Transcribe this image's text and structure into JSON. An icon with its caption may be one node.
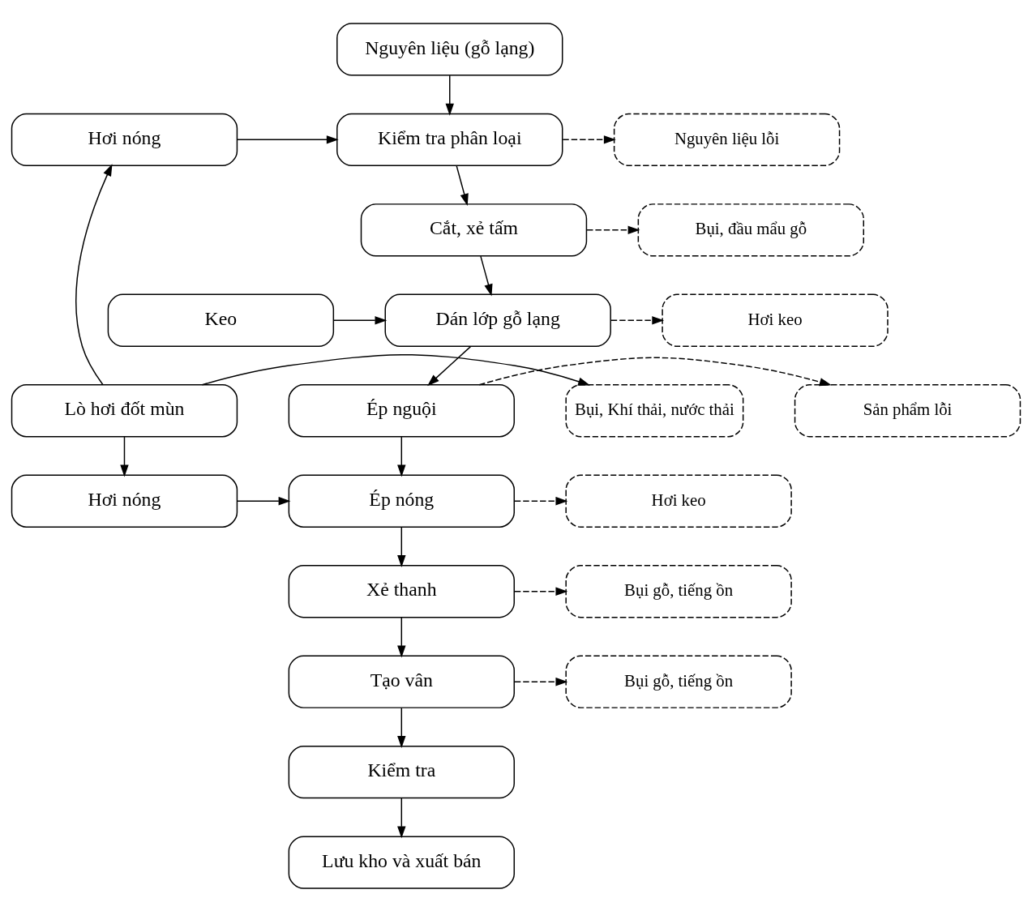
{
  "diagram": {
    "nodes": [
      {
        "text": [
          "Nguyên liệu (gỗ lạng)"
        ]
      },
      {
        "text": [
          "Hơi nóng"
        ]
      },
      {
        "text": [
          "Kiểm tra phân loại"
        ]
      },
      {
        "text": [
          "Nguyên liệu lỗi"
        ]
      },
      {
        "text": [
          "Cắt, xẻ tấm"
        ]
      },
      {
        "text": [
          "Bụi, đầu mẩu gỗ"
        ]
      },
      {
        "text": [
          "Keo"
        ]
      },
      {
        "text": [
          "Dán lớp gỗ lạng"
        ]
      },
      {
        "text": [
          "Hơi keo"
        ]
      },
      {
        "text": [
          "Bụi, Khí thải, nước thải"
        ]
      },
      {
        "text": [
          "Lò hơi đốt mùn"
        ]
      },
      {
        "text": [
          "Ép nguội"
        ]
      },
      {
        "text": [
          "Sản phẩm lỗi"
        ]
      },
      {
        "text": [
          "Hơi nóng"
        ]
      },
      {
        "text": [
          "Ép nóng"
        ]
      },
      {
        "text": [
          "Hơi keo"
        ]
      },
      {
        "text": [
          "Xẻ thanh"
        ]
      },
      {
        "text": [
          "Bụi gỗ, tiếng ồn"
        ]
      },
      {
        "text": [
          "Tạo vân"
        ]
      },
      {
        "text": [
          "Bụi gỗ, tiếng ồn"
        ]
      },
      {
        "text": [
          "Kiểm tra"
        ]
      },
      {
        "text": [
          "Lưu kho và xuất bán"
        ]
      }
    ],
    "edges": [
      {
        "from": 0,
        "to": 2,
        "arrow": "to"
      },
      {
        "from": 1,
        "to": 2,
        "arrow": "to"
      },
      {
        "from": 2,
        "to": 3,
        "arrow": "to",
        "style": "dashed"
      },
      {
        "from": 2,
        "to": 4,
        "arrow": "to"
      },
      {
        "from": 4,
        "to": 5,
        "arrow": "to",
        "style": "dashed"
      },
      {
        "from": 6,
        "to": 7,
        "arrow": "to"
      },
      {
        "from": 4,
        "to": 7,
        "arrow": "to"
      },
      {
        "from": 7,
        "to": 8,
        "arrow": "to",
        "style": "dashed"
      },
      {
        "from": 10,
        "to": 1,
        "arrow": "to"
      },
      {
        "from": 10,
        "to": 9,
        "arrow": "to"
      },
      {
        "from": 7,
        "to": 11,
        "arrow": "to"
      },
      {
        "from": 11,
        "to": 12,
        "arrow": "to",
        "style": "dashed"
      },
      {
        "from": 10,
        "to": 13,
        "arrow": "to"
      },
      {
        "from": 13,
        "to": 14,
        "arrow": "to"
      },
      {
        "from": 11,
        "to": 14,
        "arrow": "to"
      },
      {
        "from": 14,
        "to": 15,
        "arrow": "to",
        "style": "dashed"
      },
      {
        "from": 14,
        "to": 16,
        "arrow": "to"
      },
      {
        "from": 16,
        "to": 17,
        "arrow": "to",
        "style": "dashed"
      },
      {
        "from": 16,
        "to": 18,
        "arrow": "to"
      },
      {
        "from": 18,
        "to": 19,
        "arrow": "to",
        "style": "dashed"
      },
      {
        "from": 18,
        "to": 20,
        "arrow": "to"
      },
      {
        "from": 20,
        "to": 21,
        "arrow": "to"
      }
    ]
  }
}
